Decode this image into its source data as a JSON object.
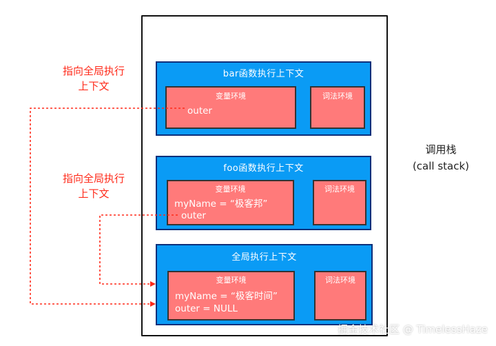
{
  "stack_label": {
    "line1": "调用栈",
    "line2": "(call stack)"
  },
  "contexts": {
    "bar": {
      "title": "bar函数执行上下文",
      "variable_env": {
        "title": "变量环境",
        "lines": [
          "outer"
        ]
      },
      "lexical_env": {
        "title": "词法环境"
      }
    },
    "foo": {
      "title": "foo函数执行上下文",
      "variable_env": {
        "title": "变量环境",
        "lines": [
          "myName = “极客邦”",
          "outer"
        ]
      },
      "lexical_env": {
        "title": "词法环境"
      }
    },
    "global": {
      "title": "全局执行上下文",
      "variable_env": {
        "title": "变量环境",
        "lines": [
          "myName = “极客时间”",
          "outer = NULL"
        ]
      },
      "lexical_env": {
        "title": "词法环境"
      }
    }
  },
  "annotations": {
    "bar_outer": {
      "line1": "指向全局执行",
      "line2": "上下文"
    },
    "foo_outer": {
      "line1": "指向全局执行",
      "line2": "上下文"
    }
  },
  "watermark": "掘金技术社区 @ TimelessHaze",
  "colors": {
    "context_fill": "#0a9bf5",
    "env_fill": "#ff7a7a",
    "arrow": "#ff2a1a",
    "annotation_text": "#ff2a1a"
  }
}
